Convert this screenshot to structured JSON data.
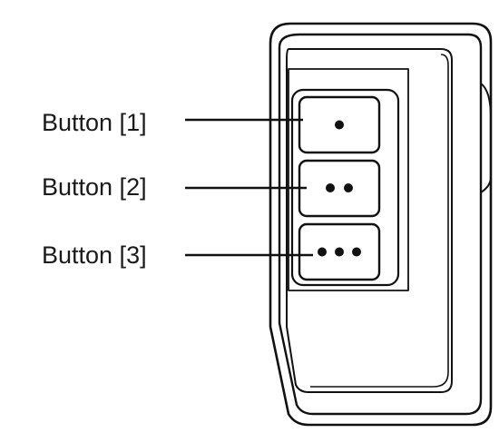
{
  "callouts": [
    {
      "label": "Button [1]",
      "dots": 1
    },
    {
      "label": "Button [2]",
      "dots": 2
    },
    {
      "label": "Button [3]",
      "dots": 3
    }
  ],
  "colors": {
    "line": "#111111",
    "text": "#1a1a1a",
    "background": "#ffffff"
  },
  "icons": {
    "device": "remote-control-outline",
    "dot": "filled-circle"
  }
}
